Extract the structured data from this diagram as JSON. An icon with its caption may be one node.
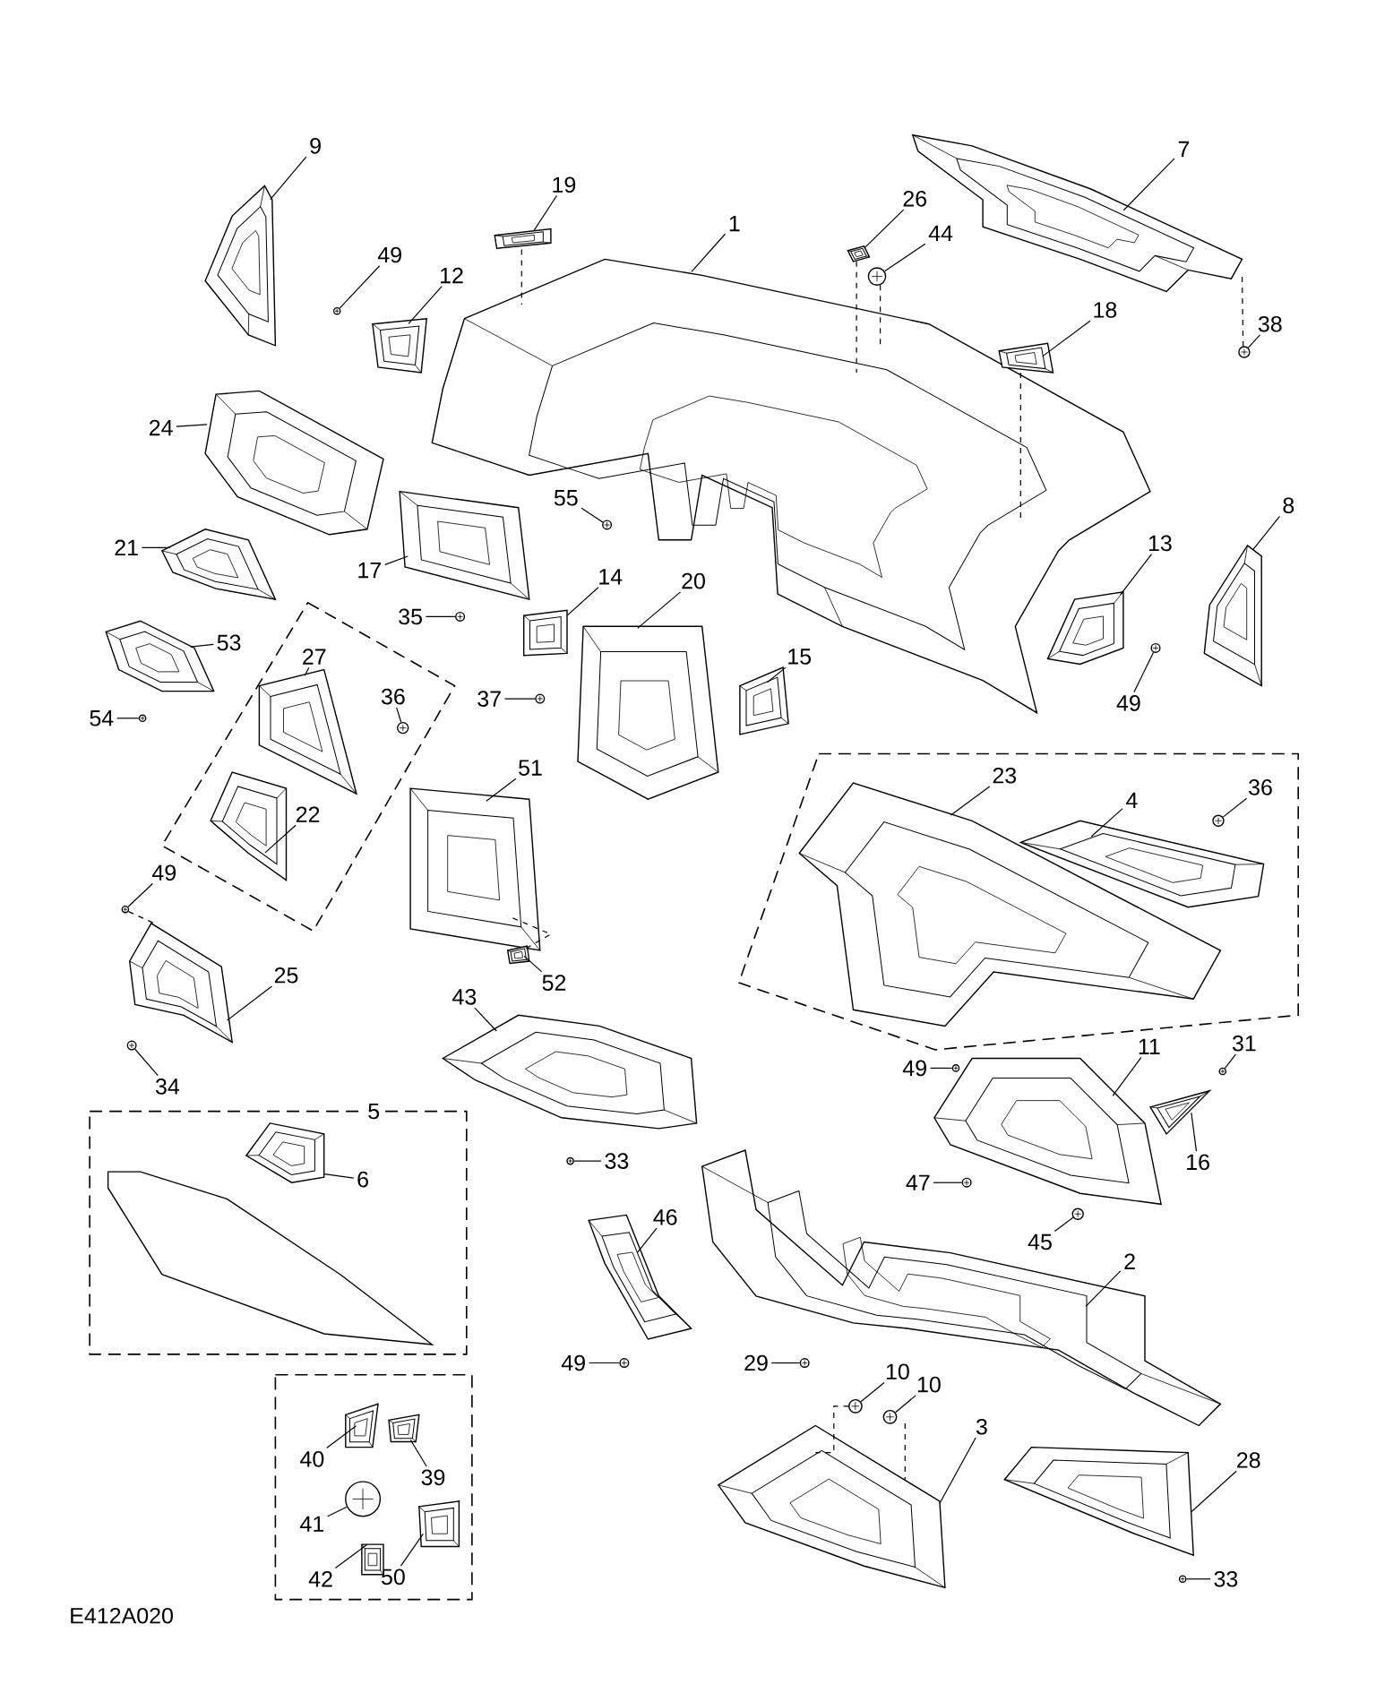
{
  "diagram": {
    "nodes": [
      {
        "text": [
          "9"
        ]
      },
      {
        "text": [
          "7"
        ]
      },
      {
        "text": [
          "19"
        ]
      },
      {
        "text": [
          "26"
        ]
      },
      {
        "text": [
          "1"
        ]
      },
      {
        "text": [
          "44"
        ]
      },
      {
        "text": [
          "49"
        ]
      },
      {
        "text": [
          "12"
        ]
      },
      {
        "text": [
          "38"
        ]
      },
      {
        "text": [
          "18"
        ]
      },
      {
        "text": [
          "24"
        ]
      },
      {
        "text": [
          "8"
        ]
      },
      {
        "text": [
          "55"
        ]
      },
      {
        "text": [
          "13"
        ]
      },
      {
        "text": [
          "21"
        ]
      },
      {
        "text": [
          "17"
        ]
      },
      {
        "text": [
          "14"
        ]
      },
      {
        "text": [
          "20"
        ]
      },
      {
        "text": [
          "35"
        ]
      },
      {
        "text": [
          "53"
        ]
      },
      {
        "text": [
          "27"
        ]
      },
      {
        "text": [
          "15"
        ]
      },
      {
        "text": [
          "36"
        ]
      },
      {
        "text": [
          "37"
        ]
      },
      {
        "text": [
          "49"
        ]
      },
      {
        "text": [
          "54"
        ]
      },
      {
        "text": [
          "51"
        ]
      },
      {
        "text": [
          "23"
        ]
      },
      {
        "text": [
          "4"
        ]
      },
      {
        "text": [
          "36"
        ]
      },
      {
        "text": [
          "22"
        ]
      },
      {
        "text": [
          "49"
        ]
      },
      {
        "text": [
          "52"
        ]
      },
      {
        "text": [
          "25"
        ]
      },
      {
        "text": [
          "43"
        ]
      },
      {
        "text": [
          "34"
        ]
      },
      {
        "text": [
          "49"
        ]
      },
      {
        "text": [
          "11"
        ]
      },
      {
        "text": [
          "31"
        ]
      },
      {
        "text": [
          "5"
        ]
      },
      {
        "text": [
          "6"
        ]
      },
      {
        "text": [
          "33"
        ]
      },
      {
        "text": [
          "16"
        ]
      },
      {
        "text": [
          "47"
        ]
      },
      {
        "text": [
          "45"
        ]
      },
      {
        "text": [
          "46"
        ]
      },
      {
        "text": [
          "2"
        ]
      },
      {
        "text": [
          "49"
        ]
      },
      {
        "text": [
          "29"
        ]
      },
      {
        "text": [
          "10"
        ]
      },
      {
        "text": [
          "10"
        ]
      },
      {
        "text": [
          "3"
        ]
      },
      {
        "text": [
          "40"
        ]
      },
      {
        "text": [
          "39"
        ]
      },
      {
        "text": [
          "28"
        ]
      },
      {
        "text": [
          "41"
        ]
      },
      {
        "text": [
          "42"
        ]
      },
      {
        "text": [
          "50"
        ]
      },
      {
        "text": [
          "33"
        ]
      },
      {
        "text": [],
        "shape": "picture"
      },
      {
        "text": [],
        "shape": "picture"
      },
      {
        "text": [],
        "shape": "picture"
      },
      {
        "text": [],
        "shape": "picture"
      },
      {
        "text": [],
        "shape": "picture"
      },
      {
        "text": [],
        "shape": "picture"
      },
      {
        "text": [],
        "shape": "picture"
      },
      {
        "text": [],
        "shape": "picture"
      },
      {
        "text": [],
        "shape": "picture"
      },
      {
        "text": [],
        "shape": "picture"
      },
      {
        "text": [],
        "shape": "picture"
      },
      {
        "text": [],
        "shape": "picture"
      },
      {
        "text": [],
        "shape": "picture"
      },
      {
        "text": [],
        "shape": "picture"
      },
      {
        "text": [],
        "shape": "picture"
      },
      {
        "text": [],
        "shape": "picture"
      },
      {
        "text": [],
        "shape": "picture"
      },
      {
        "text": [],
        "shape": "picture"
      },
      {
        "text": [],
        "shape": "picture"
      },
      {
        "text": [],
        "shape": "picture"
      },
      {
        "text": [],
        "shape": "picture"
      },
      {
        "text": [],
        "shape": "picture"
      },
      {
        "text": [],
        "shape": "picture"
      },
      {
        "text": [],
        "shape": "picture"
      },
      {
        "text": [],
        "shape": "picture"
      },
      {
        "text": [],
        "shape": "picture"
      },
      {
        "text": [],
        "shape": "picture"
      },
      {
        "text": [],
        "shape": "picture"
      },
      {
        "text": [],
        "shape": "picture"
      },
      {
        "text": [],
        "shape": "picture"
      },
      {
        "text": [],
        "shape": "picture"
      },
      {
        "text": [],
        "shape": "picture"
      },
      {
        "text": [],
        "shape": "picture"
      },
      {
        "text": [],
        "shape": "picture"
      },
      {
        "text": [],
        "shape": "picture"
      },
      {
        "text": [],
        "shape": "picture"
      },
      {
        "text": [],
        "shape": "picture"
      },
      {
        "text": [],
        "shape": "picture"
      },
      {
        "text": [],
        "shape": "picture"
      },
      {
        "text": [],
        "shape": "picture"
      },
      {
        "text": [],
        "shape": "picture"
      },
      {
        "text": [],
        "shape": "picture"
      },
      {
        "text": [],
        "shape": "picture"
      },
      {
        "text": [],
        "shape": "picture"
      },
      {
        "text": [],
        "shape": "picture"
      },
      {
        "text": [],
        "shape": "picture"
      },
      {
        "text": [],
        "shape": "picture"
      },
      {
        "text": [],
        "shape": "picture"
      },
      {
        "text": [],
        "shape": "picture"
      },
      {
        "text": [],
        "shape": "picture"
      },
      {
        "text": [],
        "shape": "picture"
      },
      {
        "text": [],
        "shape": "picture"
      },
      {
        "text": [],
        "shape": "picture"
      },
      {
        "text": [],
        "shape": "picture"
      },
      {
        "text": [],
        "shape": "picture"
      },
      {
        "text": [],
        "shape": "picture"
      },
      {
        "text": [],
        "shape": "picture"
      },
      {
        "text": [],
        "shape": "picture"
      }
    ],
    "edges": [
      {
        "from": 0,
        "to": 59,
        "arrow": "none"
      },
      {
        "from": 1,
        "to": 60,
        "arrow": "none"
      },
      {
        "from": 2,
        "to": 61,
        "arrow": "none"
      },
      {
        "from": 3,
        "to": 62,
        "arrow": "none"
      },
      {
        "from": 4,
        "to": 63,
        "arrow": "none"
      },
      {
        "from": 5,
        "to": 64,
        "arrow": "none"
      },
      {
        "from": 6,
        "to": 65,
        "arrow": "none"
      },
      {
        "from": 7,
        "to": 66,
        "arrow": "none"
      },
      {
        "from": 8,
        "to": 67,
        "arrow": "none"
      },
      {
        "from": 9,
        "to": 68,
        "arrow": "none"
      },
      {
        "from": 10,
        "to": 69,
        "arrow": "none"
      },
      {
        "from": 11,
        "to": 70,
        "arrow": "none"
      },
      {
        "from": 12,
        "to": 71,
        "arrow": "none"
      },
      {
        "from": 13,
        "to": 72,
        "arrow": "none"
      },
      {
        "from": 14,
        "to": 73,
        "arrow": "none"
      },
      {
        "from": 15,
        "to": 74,
        "arrow": "none"
      },
      {
        "from": 16,
        "to": 75,
        "arrow": "none"
      },
      {
        "from": 17,
        "to": 76,
        "arrow": "none"
      },
      {
        "from": 18,
        "to": 77,
        "arrow": "none"
      },
      {
        "from": 19,
        "to": 78,
        "arrow": "none"
      },
      {
        "from": 20,
        "to": 79,
        "arrow": "none"
      },
      {
        "from": 21,
        "to": 80,
        "arrow": "none"
      },
      {
        "from": 22,
        "to": 81,
        "arrow": "none"
      },
      {
        "from": 23,
        "to": 82,
        "arrow": "none"
      },
      {
        "from": 24,
        "to": 83,
        "arrow": "none"
      },
      {
        "from": 25,
        "to": 84,
        "arrow": "none"
      },
      {
        "from": 26,
        "to": 85,
        "arrow": "none"
      },
      {
        "from": 27,
        "to": 86,
        "arrow": "none"
      },
      {
        "from": 28,
        "to": 87,
        "arrow": "none"
      },
      {
        "from": 29,
        "to": 88,
        "arrow": "none"
      },
      {
        "from": 30,
        "to": 89,
        "arrow": "none"
      },
      {
        "from": 31,
        "to": 90,
        "arrow": "none"
      },
      {
        "from": 32,
        "to": 91,
        "arrow": "none"
      },
      {
        "from": 33,
        "to": 92,
        "arrow": "none"
      },
      {
        "from": 34,
        "to": 93,
        "arrow": "none"
      },
      {
        "from": 35,
        "to": 94,
        "arrow": "none"
      },
      {
        "from": 36,
        "to": 95,
        "arrow": "none"
      },
      {
        "from": 37,
        "to": 96,
        "arrow": "none"
      },
      {
        "from": 38,
        "to": 97,
        "arrow": "none"
      },
      {
        "from": 40,
        "to": 98,
        "arrow": "none"
      },
      {
        "from": 41,
        "to": 99,
        "arrow": "none"
      },
      {
        "from": 42,
        "to": 100,
        "arrow": "none"
      },
      {
        "from": 43,
        "to": 101,
        "arrow": "none"
      },
      {
        "from": 44,
        "to": 102,
        "arrow": "none"
      },
      {
        "from": 45,
        "to": 103,
        "arrow": "none"
      },
      {
        "from": 46,
        "to": 104,
        "arrow": "none"
      },
      {
        "from": 47,
        "to": 105,
        "arrow": "none"
      },
      {
        "from": 48,
        "to": 106,
        "arrow": "none"
      },
      {
        "from": 49,
        "to": 107,
        "arrow": "none"
      },
      {
        "from": 50,
        "to": 108,
        "arrow": "none"
      },
      {
        "from": 51,
        "to": 109,
        "arrow": "none"
      },
      {
        "from": 52,
        "to": 110,
        "arrow": "none"
      },
      {
        "from": 53,
        "to": 111,
        "arrow": "none"
      },
      {
        "from": 54,
        "to": 112,
        "arrow": "none"
      },
      {
        "from": 55,
        "to": 113,
        "arrow": "none"
      },
      {
        "from": 56,
        "to": 114,
        "arrow": "none"
      },
      {
        "from": 57,
        "to": 115,
        "arrow": "none"
      },
      {
        "from": 58,
        "to": 116,
        "arrow": "none"
      },
      {
        "from": 61,
        "to": 63,
        "arrow": "none",
        "style": "dashed"
      },
      {
        "from": 62,
        "to": 63,
        "arrow": "none",
        "style": "dashed"
      },
      {
        "from": 64,
        "to": 63,
        "arrow": "none",
        "style": "dashed"
      },
      {
        "from": 68,
        "to": 63,
        "arrow": "none",
        "style": "dashed"
      },
      {
        "from": 67,
        "to": 60,
        "arrow": "none",
        "style": "dashed"
      },
      {
        "from": 107,
        "to": 109,
        "arrow": "none",
        "style": "dashed"
      },
      {
        "from": 108,
        "to": 109,
        "arrow": "none",
        "style": "dashed"
      },
      {
        "from": 90,
        "to": 92,
        "arrow": "none",
        "style": "dashed"
      },
      {
        "from": 91,
        "to": 85,
        "arrow": "none",
        "style": "dashed"
      }
    ],
    "labels": [
      "E412A020"
    ]
  }
}
